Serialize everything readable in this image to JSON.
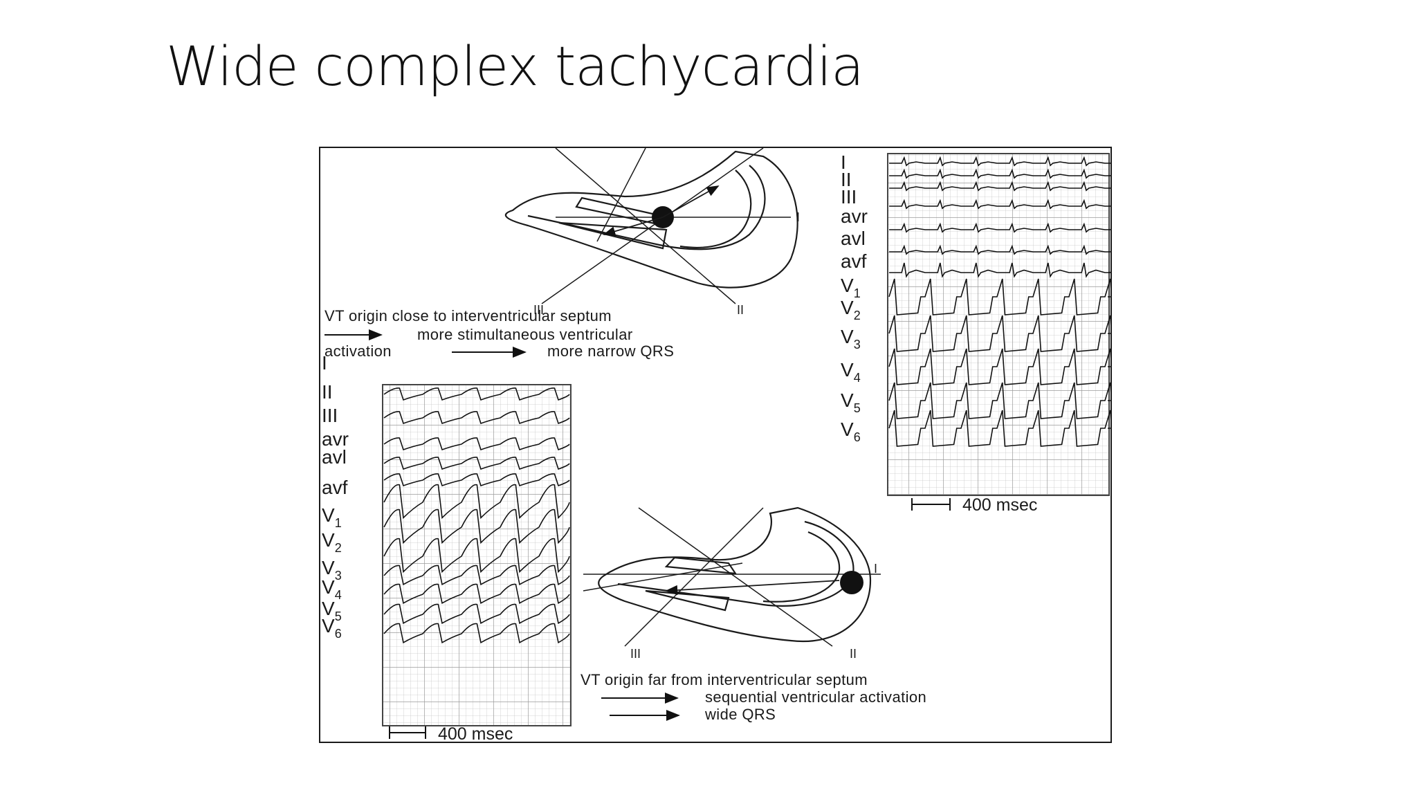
{
  "slide": {
    "title": "Wide complex tachycardia"
  },
  "top_diagram": {
    "caption_line1": "VT origin close to interventricular septum",
    "caption_line2": "more stimultaneous ventricular",
    "caption_line3": "activation",
    "caption_line4": "more narrow QRS",
    "axis_labels": {
      "I": "I",
      "II": "II",
      "III": "III"
    }
  },
  "bottom_diagram": {
    "caption_line1": "VT origin far from interventricular septum",
    "caption_line2": "sequential ventricular activation",
    "caption_line3": "wide QRS",
    "axis_labels": {
      "I": "I",
      "II": "II",
      "III": "III"
    }
  },
  "ecg_right": {
    "leads": [
      {
        "main": "I",
        "sub": ""
      },
      {
        "main": "II",
        "sub": ""
      },
      {
        "main": "III",
        "sub": ""
      },
      {
        "main": "avr",
        "sub": ""
      },
      {
        "main": "avl",
        "sub": ""
      },
      {
        "main": "avf",
        "sub": ""
      },
      {
        "main": "V",
        "sub": "1"
      },
      {
        "main": "V",
        "sub": "2"
      },
      {
        "main": "V",
        "sub": "3"
      },
      {
        "main": "V",
        "sub": "4"
      },
      {
        "main": "V",
        "sub": "5"
      },
      {
        "main": "V",
        "sub": "6"
      }
    ],
    "scale_label": "400 msec"
  },
  "ecg_left": {
    "leads": [
      {
        "main": "I",
        "sub": ""
      },
      {
        "main": "II",
        "sub": ""
      },
      {
        "main": "III",
        "sub": ""
      },
      {
        "main": "avr",
        "sub": ""
      },
      {
        "main": "avl",
        "sub": ""
      },
      {
        "main": "avf",
        "sub": ""
      },
      {
        "main": "V",
        "sub": "1"
      },
      {
        "main": "V",
        "sub": "2"
      },
      {
        "main": "V",
        "sub": "3"
      },
      {
        "main": "V",
        "sub": "4"
      },
      {
        "main": "V",
        "sub": "5"
      },
      {
        "main": "V",
        "sub": "6"
      }
    ],
    "scale_label": "400 msec"
  }
}
